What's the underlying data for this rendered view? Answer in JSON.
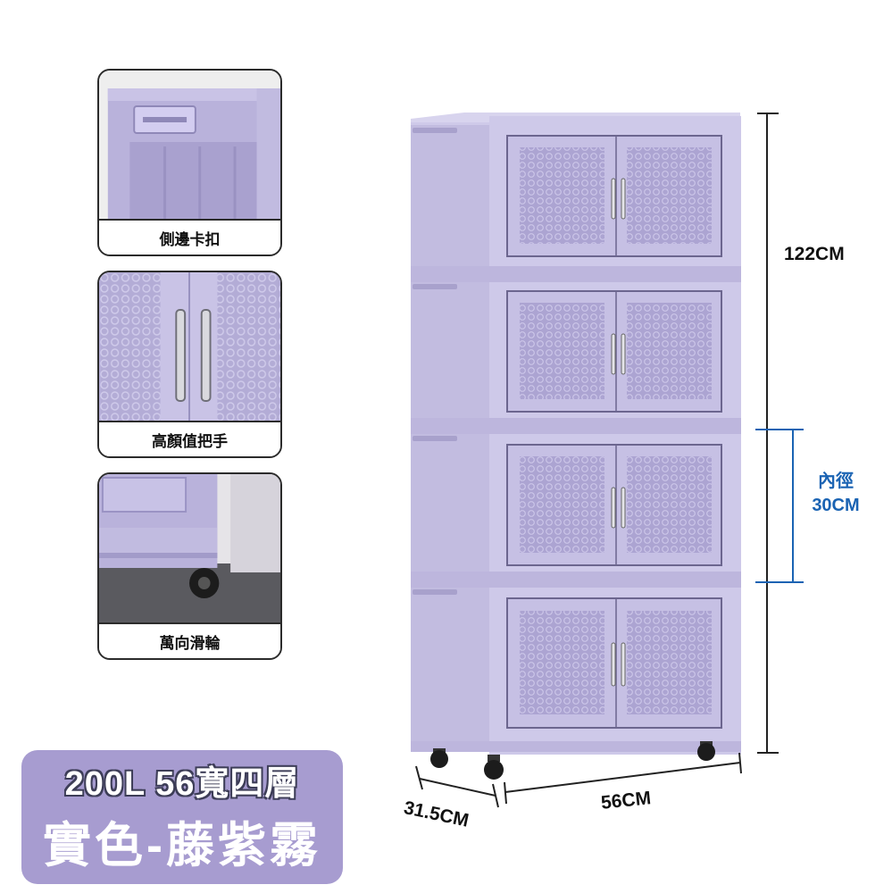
{
  "features": [
    {
      "caption": "側邊卡扣",
      "icon": "side-clip"
    },
    {
      "caption": "高顏值把手",
      "icon": "handle"
    },
    {
      "caption": "萬向滑輪",
      "icon": "caster-wheel"
    }
  ],
  "dimensions": {
    "height": "122CM",
    "inner_label": "內徑",
    "inner_value": "30CM",
    "depth": "31.5CM",
    "width": "56CM"
  },
  "title": {
    "line1": "200L 56寬四層",
    "line2": "實色-藤紫霧"
  },
  "colors": {
    "cabinet": "#c9c4e3",
    "panel": "#b6afd6",
    "title_bg": "#a79cd0",
    "inner_dim": "#1a63b3"
  }
}
